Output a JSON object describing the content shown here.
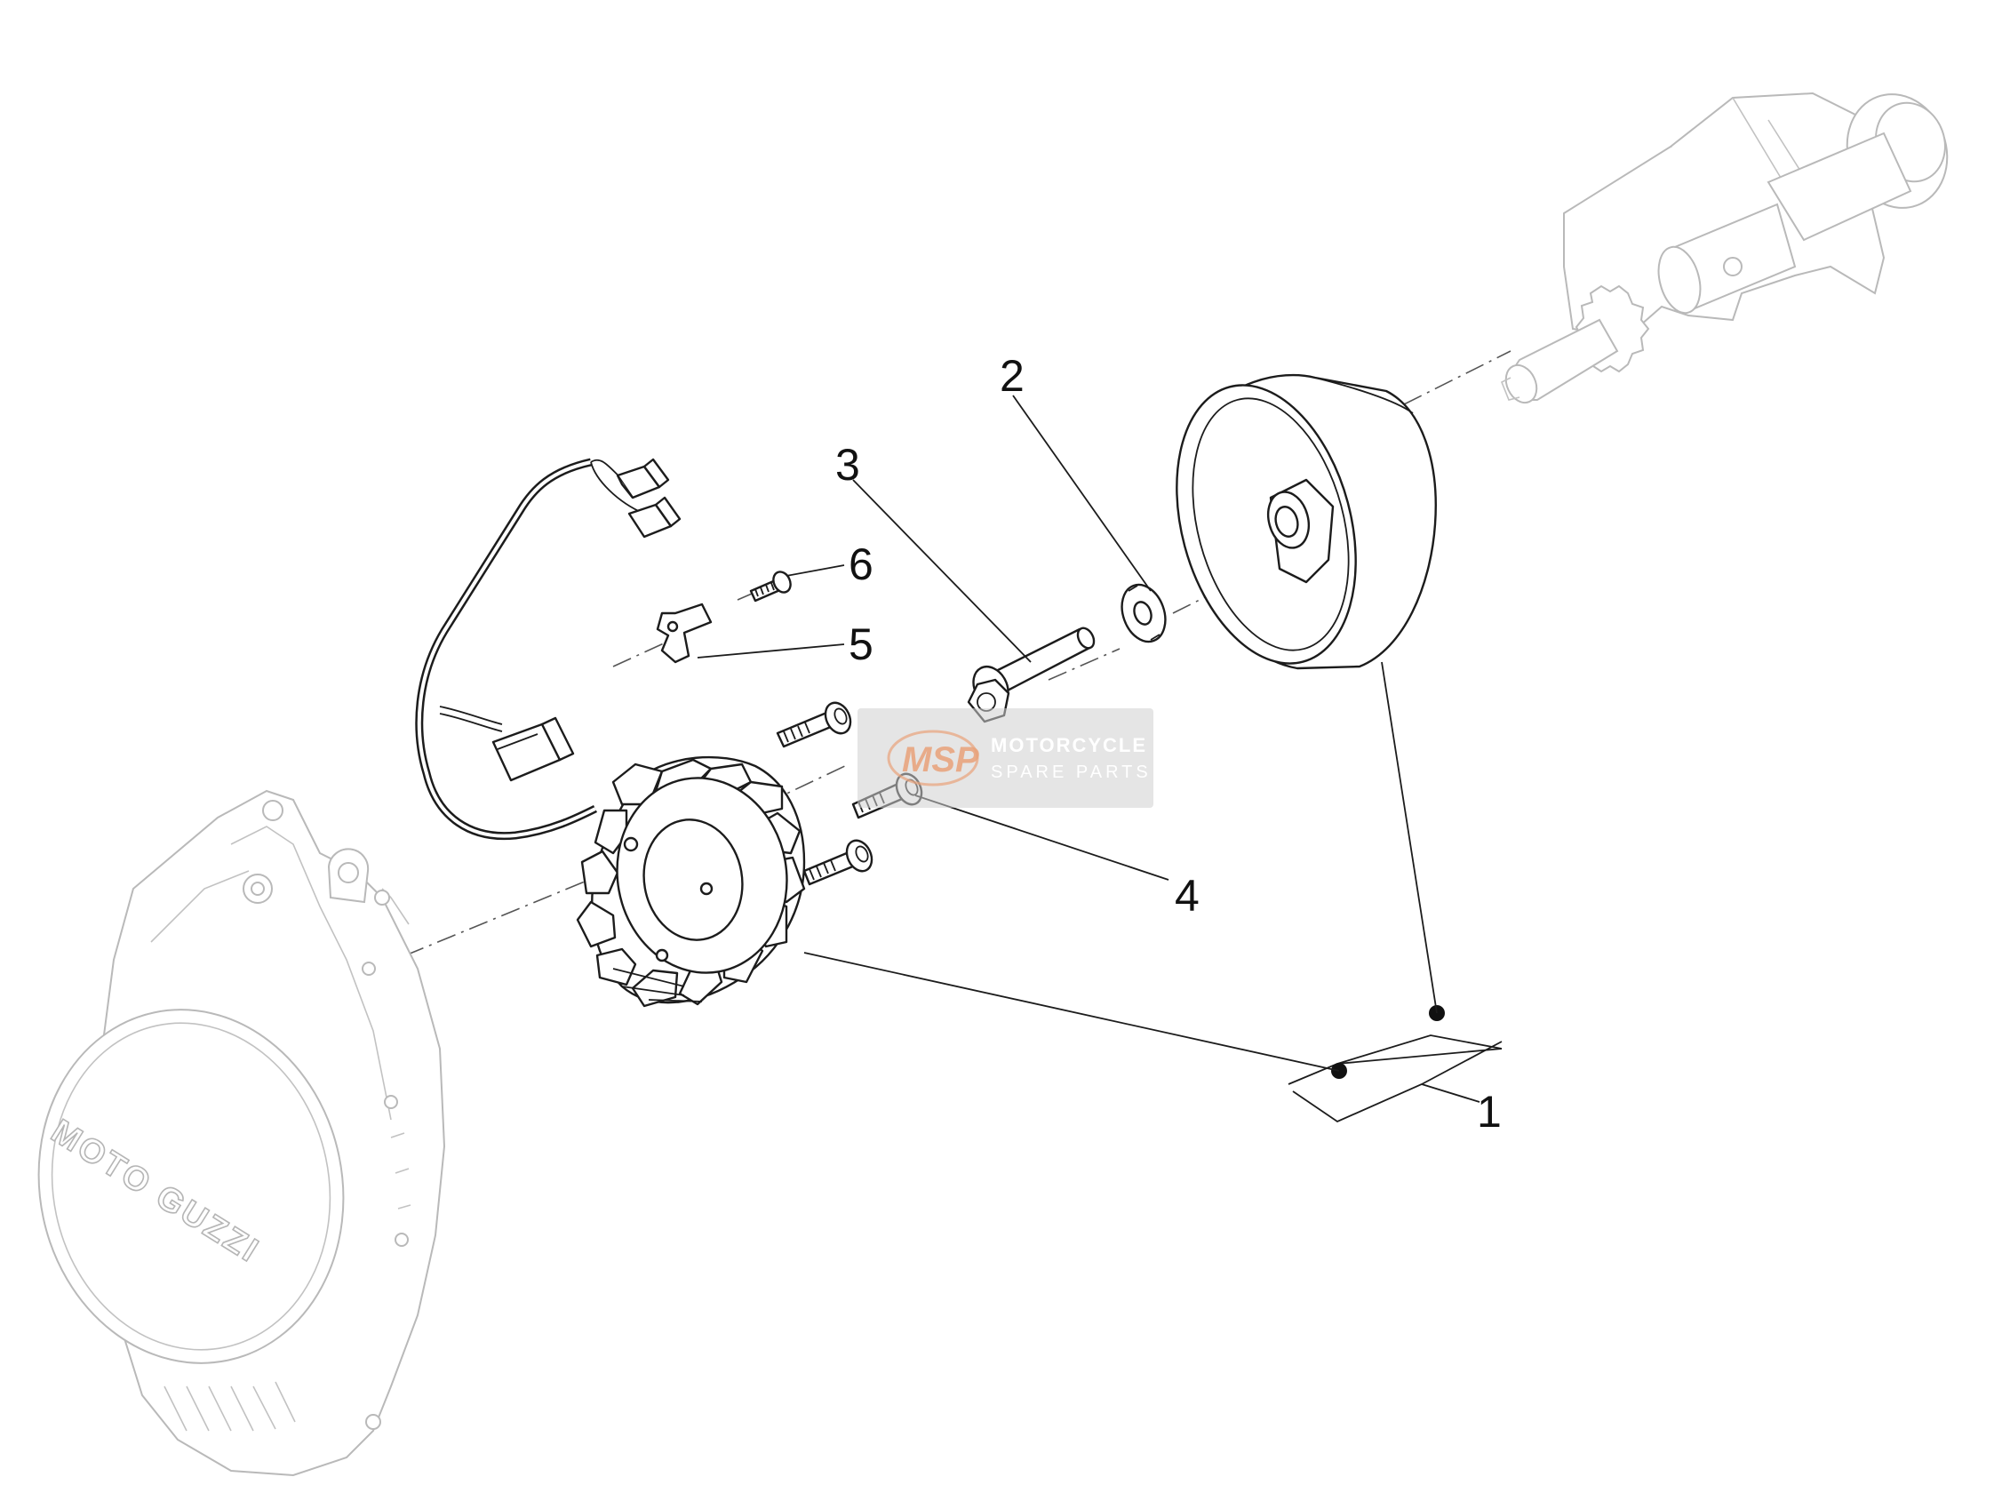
{
  "diagram": {
    "callouts": [
      {
        "id": "1",
        "label": "1"
      },
      {
        "id": "2",
        "label": "2"
      },
      {
        "id": "3",
        "label": "3"
      },
      {
        "id": "4",
        "label": "4"
      },
      {
        "id": "5",
        "label": "5"
      },
      {
        "id": "6",
        "label": "6"
      }
    ],
    "cover_brand_text": "MOTO GUZZI",
    "watermark": {
      "logo_text": "MSP",
      "line1": "MOTORCYCLE",
      "line2": "SPARE PARTS"
    }
  }
}
